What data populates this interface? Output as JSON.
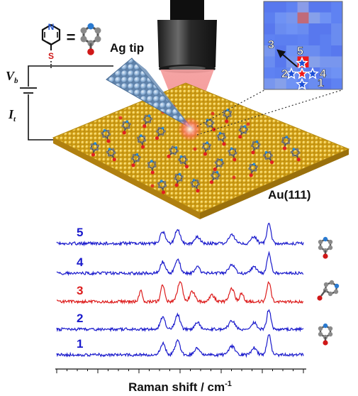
{
  "scheme": {
    "molecule_atoms": {
      "top": "N",
      "bottom": "S"
    },
    "equals": "=",
    "tip_label": "Ag tip",
    "bias_label": "V",
    "bias_sub": "b",
    "current_label": "I",
    "current_sub": "t",
    "surface_label": "Au(111)"
  },
  "inset": {
    "marker_labels": [
      "1",
      "2",
      "3",
      "4",
      "5"
    ]
  },
  "spectra": {
    "xlabel": "Raman shift / cm",
    "xlabel_sup": "-1",
    "traces": [
      {
        "label": "5",
        "color": "#1a1acc"
      },
      {
        "label": "4",
        "color": "#1a1acc"
      },
      {
        "label": "3",
        "color": "#dd1c1c"
      },
      {
        "label": "2",
        "color": "#1a1acc"
      },
      {
        "label": "1",
        "color": "#1a1acc"
      }
    ]
  },
  "colors": {
    "blue_trace": "#1a1acc",
    "red_trace": "#dd1c1c",
    "gold": "#e6b422",
    "silver": "#8fb3d9",
    "laser": "#f08a8a"
  }
}
